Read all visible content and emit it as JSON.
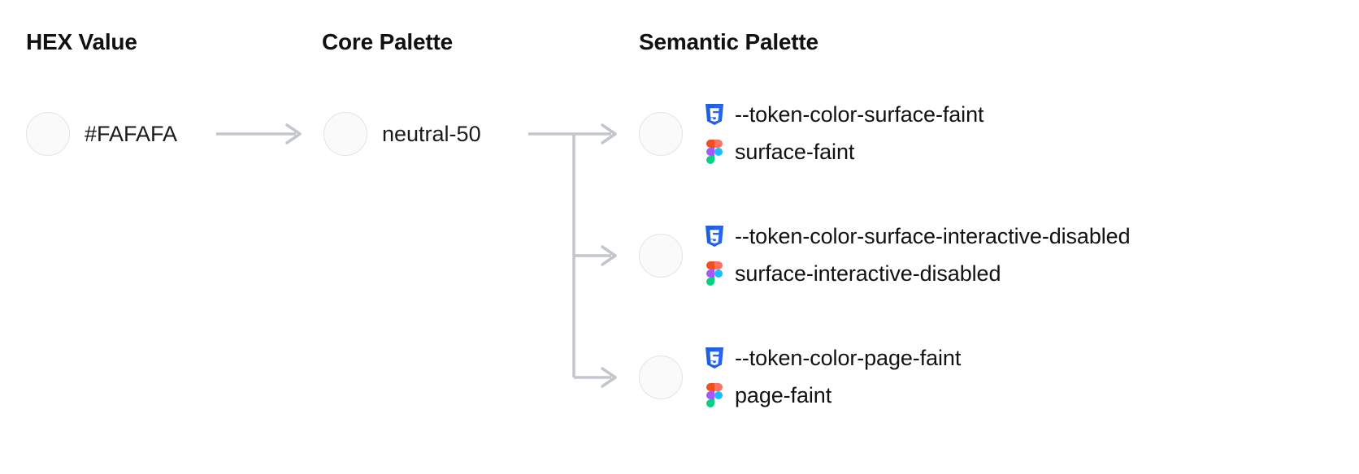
{
  "diagram": {
    "title": "Design token mapping: HEX to Core to Semantic palette",
    "background_color": "#FFFFFF",
    "connector_color": "#C3C6CE",
    "swatch_fill": "#FAFAFA",
    "swatch_border": "#E4E4E7"
  },
  "columns": {
    "hex": {
      "heading": "HEX Value",
      "swatch_color": "#FAFAFA",
      "value": "#FAFAFA"
    },
    "core": {
      "heading": "Core Palette",
      "swatch_color": "#FAFAFA",
      "value": "neutral-50"
    },
    "semantic": {
      "heading": "Semantic Palette",
      "rows": [
        {
          "swatch_color": "#FAFAFA",
          "css_icon": "css3-icon",
          "css_token": "--token-color-surface-faint",
          "figma_icon": "figma-icon",
          "figma_token": "surface-faint"
        },
        {
          "swatch_color": "#FAFAFA",
          "css_icon": "css3-icon",
          "css_token": "--token-color-surface-interactive-disabled",
          "figma_icon": "figma-icon",
          "figma_token": "surface-interactive-disabled"
        },
        {
          "swatch_color": "#FAFAFA",
          "css_icon": "css3-icon",
          "css_token": "--token-color-page-faint",
          "figma_icon": "figma-icon",
          "figma_token": "page-faint"
        }
      ]
    }
  },
  "icons": {
    "css3": {
      "name": "css3-icon",
      "shield_color": "#1F5FE0",
      "shield_dark": "#2965F1",
      "glyph_color": "#FFFFFF"
    },
    "figma": {
      "name": "figma-icon",
      "red": "#F24E1E",
      "salmon": "#FF7262",
      "purple": "#A259FF",
      "blue": "#1ABCFE",
      "green": "#0ACF83"
    },
    "arrow": {
      "name": "arrow-right-icon",
      "color": "#C3C6CE"
    }
  }
}
